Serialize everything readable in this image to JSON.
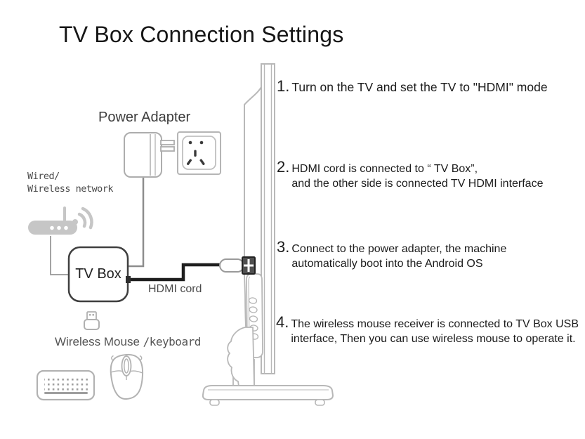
{
  "title": "TV Box Connection Settings",
  "labels": {
    "power_adapter": "Power Adapter",
    "network_line1": "Wired/",
    "network_line2": "Wireless network",
    "tv_box": "TV Box",
    "hdmi_cord": "HDMI cord",
    "wireless_mouse": "Wireless Mouse ",
    "keyboard_suffix": "/keyboard"
  },
  "steps": [
    {
      "number": "1.",
      "lines": [
        "Turn on the TV and set the TV to \"HDMI\" mode"
      ]
    },
    {
      "number": "2.",
      "lines": [
        "HDMI cord is connected to “ TV Box”,",
        "and the other side is connected TV HDMI interface"
      ]
    },
    {
      "number": "3.",
      "lines": [
        "Connect to the power adapter, the machine",
        "automatically boot into the Android OS"
      ]
    },
    {
      "number": "4.",
      "lines": [
        "The wireless mouse receiver is connected to TV Box USB",
        "interface, Then you can use wireless mouse to operate it."
      ]
    }
  ],
  "icons": {
    "tv": "tv-side-view-icon",
    "power_adapter": "power-adapter-icon",
    "wall_socket": "wall-socket-icon",
    "router": "wifi-router-icon",
    "wifi": "wifi-waves-icon",
    "tv_box": "tv-box-outline",
    "usb_dongle": "usb-receiver-icon",
    "keyboard": "keyboard-icon",
    "mouse": "mouse-icon",
    "hdmi_plug": "hdmi-plug-icon"
  },
  "colors": {
    "background": "#ffffff",
    "text": "#1c1c1c",
    "label_gray": "#4a4a4a",
    "line_art": "#b8b8b8",
    "router_fill": "#c8c8c8",
    "cord_gray": "#8d8d8d",
    "hdmi_cord": "#1e1e1e",
    "tv_box_border": "#3f3f3f"
  }
}
